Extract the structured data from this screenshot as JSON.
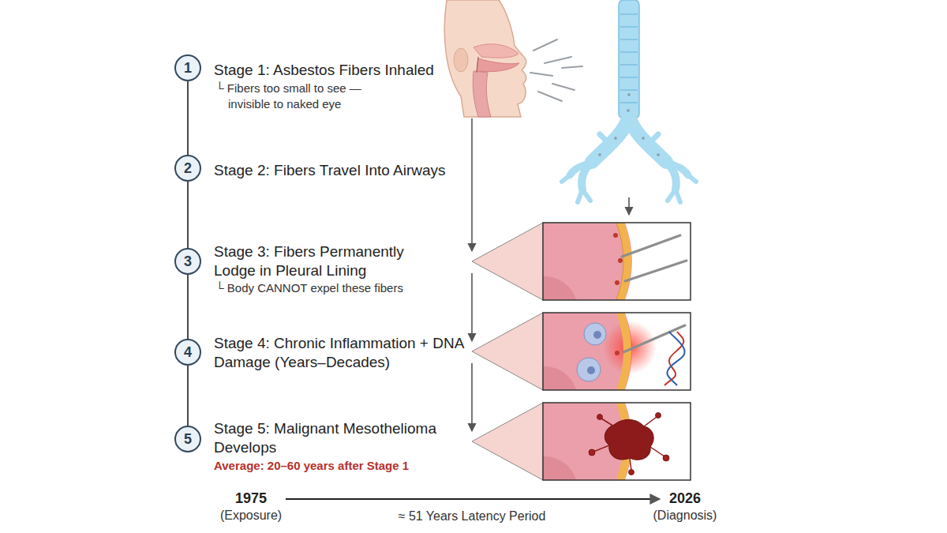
{
  "diagram": {
    "nodes": [
      {
        "text": [
          "1",
          "Stage 1: Asbestos Fibers Inhaled",
          "└ Fibers too small to see — invisible to naked eye"
        ]
      },
      {
        "text": [
          "2",
          "Stage 2: Fibers Travel Into Airways"
        ]
      },
      {
        "text": [
          "3",
          "Stage 3: Fibers Permanently Lodge in Pleural Lining",
          "└ Body CANNOT expel these fibers"
        ]
      },
      {
        "text": [
          "4",
          "Stage 4: Chronic Inflammation + DNA Damage (Years–Decades)"
        ]
      },
      {
        "text": [
          "5",
          "Stage 5: Malignant Mesothelioma Develops",
          "Average: 20–60 years after Stage 1"
        ]
      }
    ],
    "edges": [
      {
        "from": 0,
        "to": 1,
        "arrow": "none"
      },
      {
        "from": 1,
        "to": 2,
        "arrow": "none"
      },
      {
        "from": 2,
        "to": 3,
        "arrow": "none"
      },
      {
        "from": 3,
        "to": 4,
        "arrow": "none"
      }
    ],
    "labels": [
      "1975",
      "(Exposure)",
      "≈ 51 Years Latency Period",
      "2026",
      "(Diagnosis)"
    ]
  }
}
